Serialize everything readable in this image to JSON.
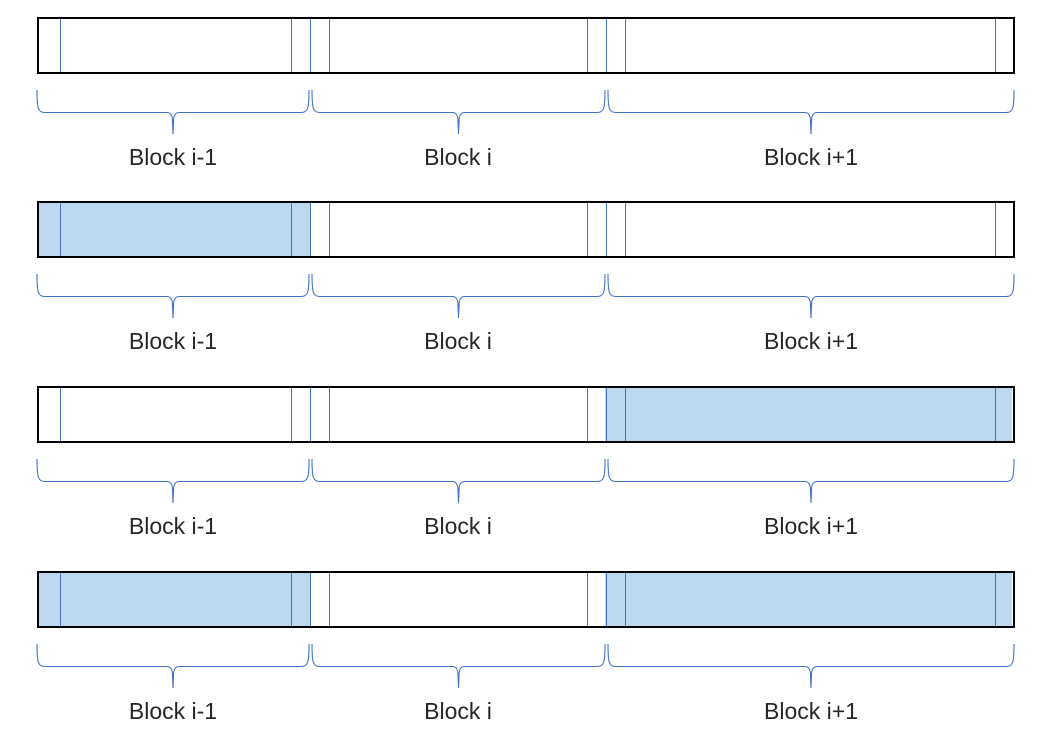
{
  "diagram": {
    "rows": [
      {
        "blocks": [
          {
            "label": "Block i-1",
            "shaded": false
          },
          {
            "label": "Block i",
            "shaded": false
          },
          {
            "label": "Block i+1",
            "shaded": false
          }
        ]
      },
      {
        "blocks": [
          {
            "label": "Block i-1",
            "shaded": true
          },
          {
            "label": "Block i",
            "shaded": false
          },
          {
            "label": "Block i+1",
            "shaded": false
          }
        ]
      },
      {
        "blocks": [
          {
            "label": "Block i-1",
            "shaded": false
          },
          {
            "label": "Block i",
            "shaded": false
          },
          {
            "label": "Block i+1",
            "shaded": true
          }
        ]
      },
      {
        "blocks": [
          {
            "label": "Block i-1",
            "shaded": true
          },
          {
            "label": "Block i",
            "shaded": false
          },
          {
            "label": "Block i+1",
            "shaded": true
          }
        ]
      }
    ],
    "colors": {
      "shade": "#BDD7EE",
      "line": "#4472C4",
      "brace": "#4472C4",
      "border": "#000000",
      "label": "#262626",
      "background": "#FFFFFF"
    }
  }
}
